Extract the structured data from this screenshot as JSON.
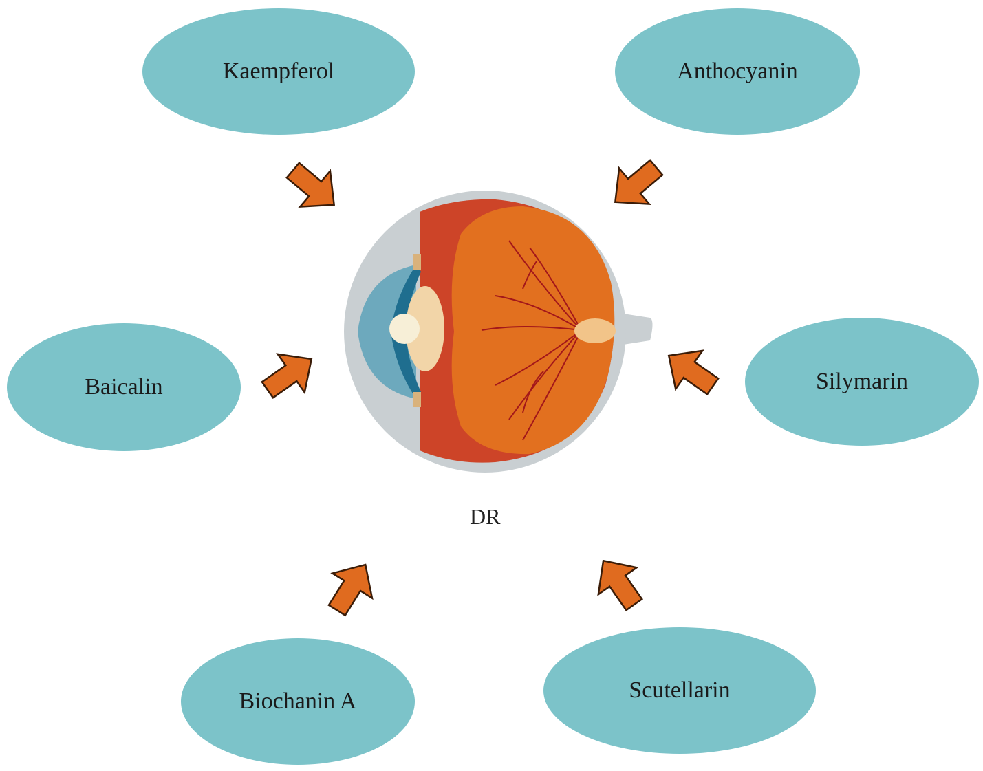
{
  "center": {
    "label": "DR"
  },
  "compounds": [
    {
      "name": "Kaempferol"
    },
    {
      "name": "Anthocyanin"
    },
    {
      "name": "Baicalin"
    },
    {
      "name": "Silymarin"
    },
    {
      "name": "Biochanin A"
    },
    {
      "name": "Scutellarin"
    }
  ],
  "colors": {
    "bubble": "#7cc3c9",
    "arrow": "#e06b1f",
    "arrow_outline": "#3a1c08"
  }
}
